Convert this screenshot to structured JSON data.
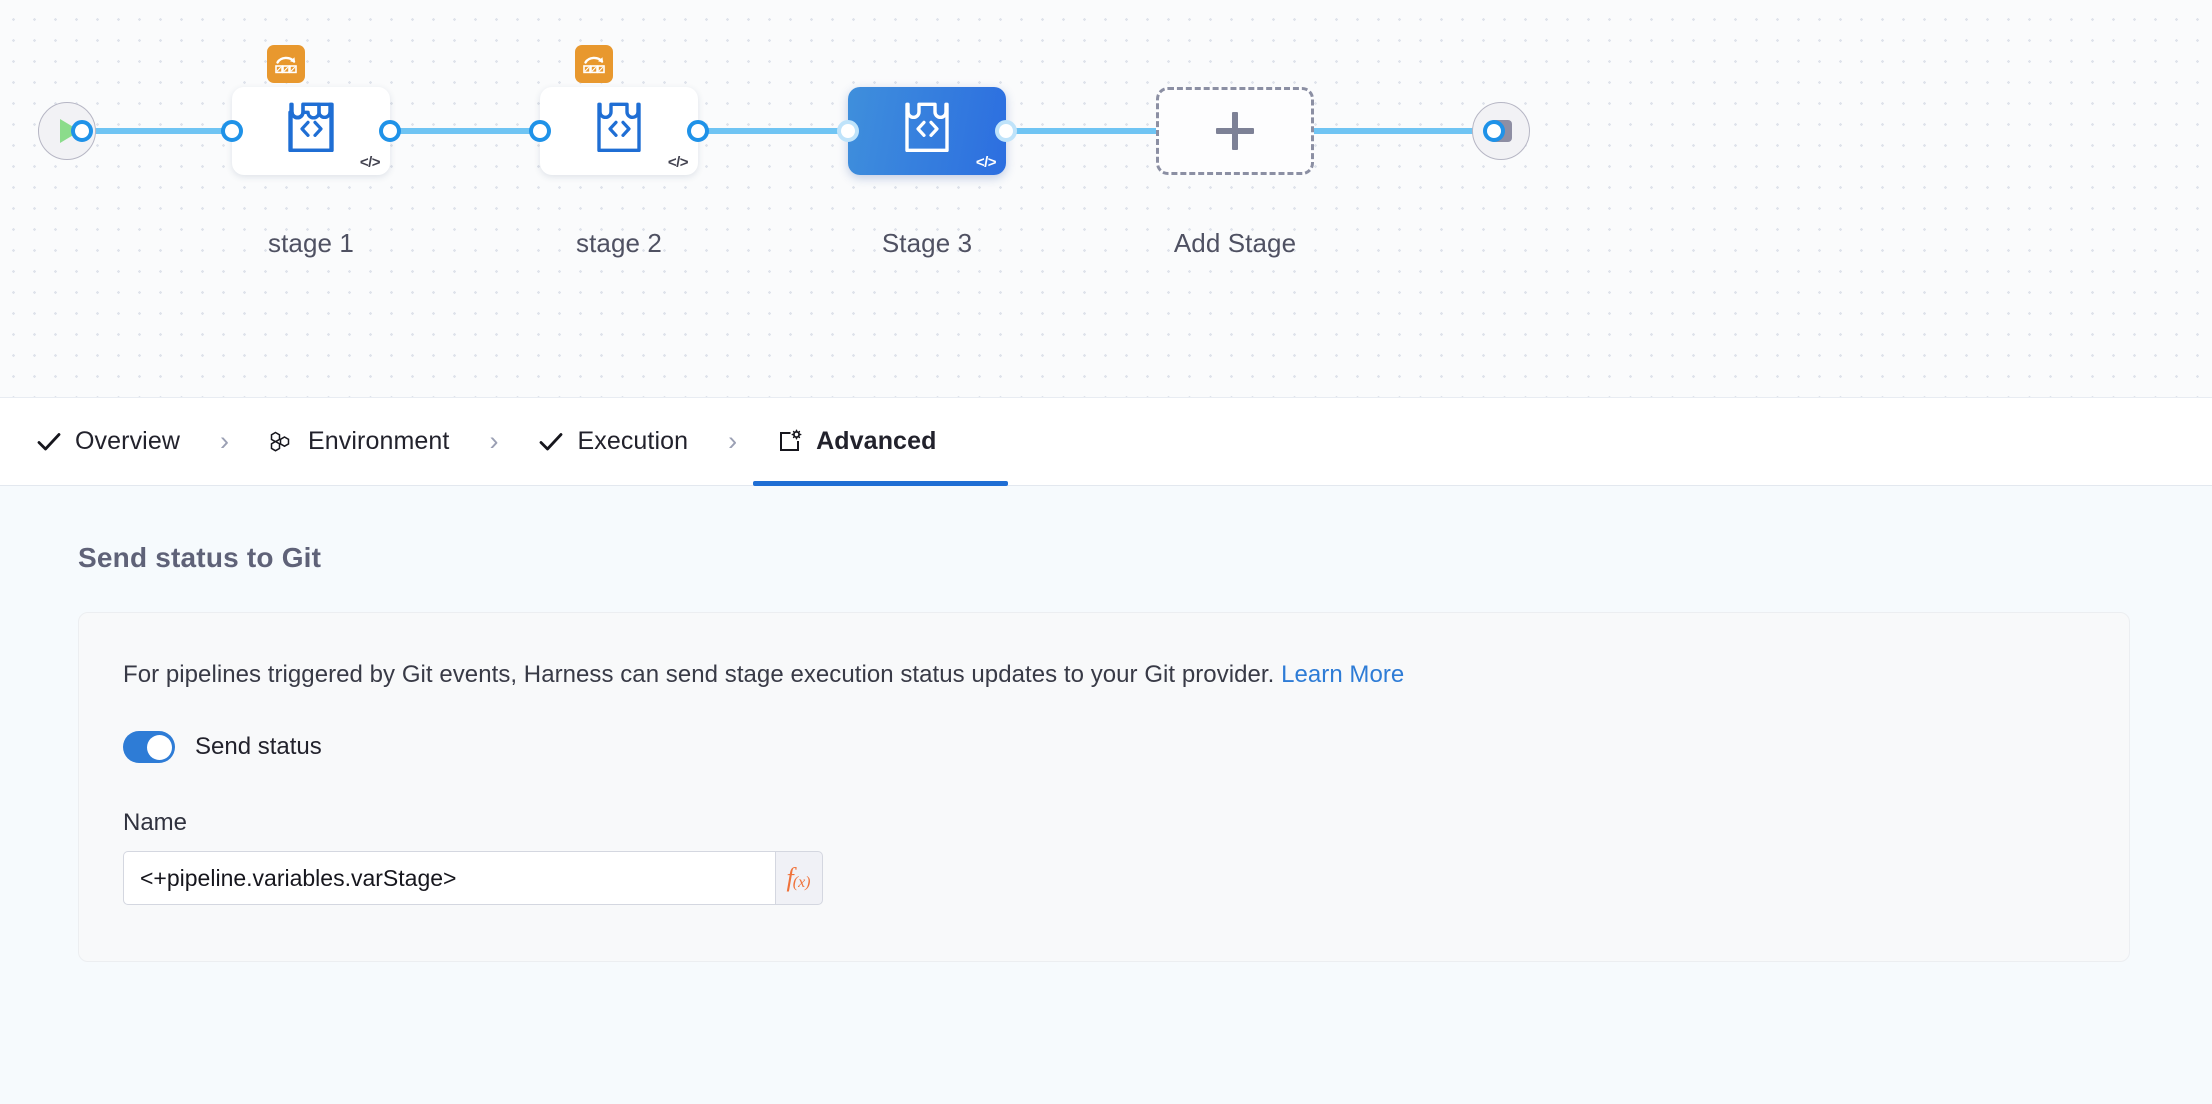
{
  "canvas": {
    "start_node": {
      "name": "pipeline-start",
      "icon": "play-icon"
    },
    "end_node": {
      "name": "pipeline-end",
      "icon": "stop-icon"
    },
    "stages": [
      {
        "label": "stage 1",
        "type": "ci",
        "icon": "ci-stage-icon",
        "template_badge": "template-icon",
        "code_badge": "</>",
        "selected": false
      },
      {
        "label": "stage 2",
        "type": "ci",
        "icon": "ci-stage-icon",
        "template_badge": "template-icon",
        "code_badge": "</>",
        "selected": false
      },
      {
        "label": "Stage 3",
        "type": "ci",
        "icon": "ci-stage-icon",
        "template_badge": null,
        "code_badge": "</>",
        "selected": true
      }
    ],
    "add_stage": {
      "label": "Add Stage",
      "icon": "plus-icon"
    }
  },
  "tabs": [
    {
      "label": "Overview",
      "icon": "check-icon",
      "active": false
    },
    {
      "label": "Environment",
      "icon": "infrastructure-hexagons-icon",
      "active": false
    },
    {
      "label": "Execution",
      "icon": "check-icon",
      "active": false
    },
    {
      "label": "Advanced",
      "icon": "advanced-gear-icon",
      "active": true
    }
  ],
  "tab_separator": "›",
  "main": {
    "section_title": "Send status to Git",
    "description": "For pipelines triggered by Git events, Harness can send stage execution status updates to your Git provider.",
    "learn_more": "Learn More",
    "send_status_toggle": {
      "label": "Send status",
      "checked": true
    },
    "name_field": {
      "label": "Name",
      "value": "<+pipeline.variables.varStage>",
      "placeholder": "",
      "expression_button": {
        "f": "f",
        "x": "(x)"
      }
    }
  },
  "colors": {
    "accent_blue": "#2e7cd6",
    "connector_blue": "#6fc4f3",
    "selected_stage_gradient_from": "#3f8fdc",
    "selected_stage_gradient_to": "#2c6ee0",
    "template_orange": "#e8982e",
    "expression_orange": "#f0723a",
    "play_green": "#8bdc8b",
    "canvas_bg": "#fafbfc",
    "body_bg": "#f6fafd"
  }
}
